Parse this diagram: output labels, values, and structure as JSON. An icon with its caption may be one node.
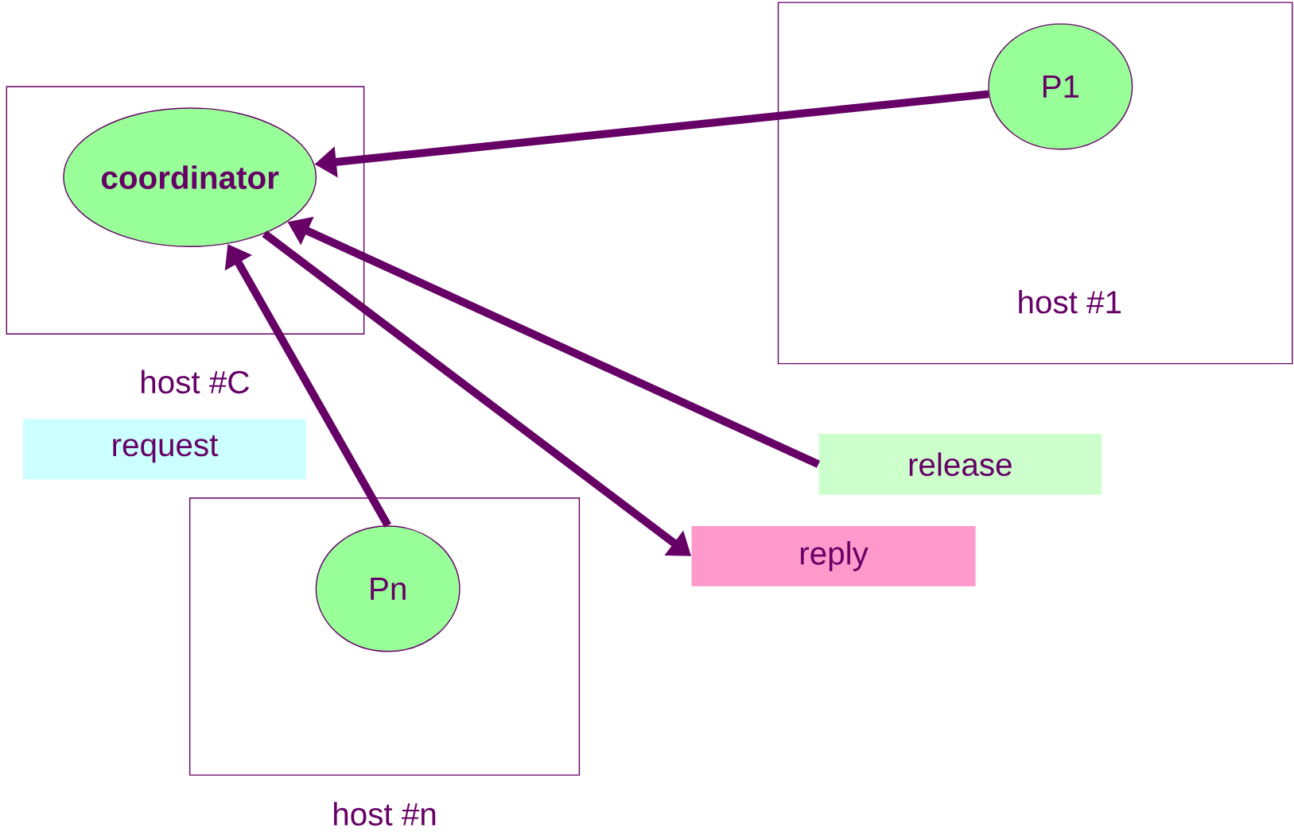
{
  "diagram": {
    "nodes": [
      {
        "text": [
          "host #C"
        ]
      },
      {
        "text": [
          "coordinator"
        ],
        "in": 0
      },
      {
        "text": [
          "host #1"
        ]
      },
      {
        "text": [
          "P1"
        ],
        "in": 2
      },
      {
        "text": [
          "host #n"
        ]
      },
      {
        "text": [
          "Pn"
        ],
        "in": 4
      },
      {
        "text": [
          "request"
        ]
      },
      {
        "text": [
          "release"
        ]
      },
      {
        "text": [
          "reply"
        ]
      }
    ],
    "edges": [
      {
        "from": 3,
        "to": 1,
        "arrow": "to"
      },
      {
        "from": 7,
        "to": 1,
        "arrow": "to"
      },
      {
        "from": 1,
        "to": 8,
        "arrow": "to"
      },
      {
        "from": 5,
        "to": 1,
        "arrow": "to"
      }
    ]
  }
}
